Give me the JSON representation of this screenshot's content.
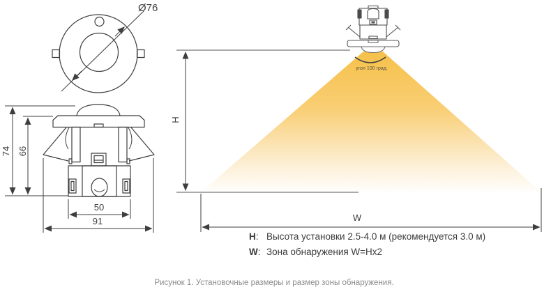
{
  "top_view": {
    "diameter_label": "Ø76"
  },
  "side_view": {
    "total_height": "74",
    "recessed_height": "66",
    "body_width": "50",
    "total_width": "91"
  },
  "installation": {
    "height_label": "H",
    "width_label": "W",
    "angle_label": "угол 100 град."
  },
  "legend": {
    "colon": ":",
    "h_key": "H",
    "h_text": "Высота установки 2.5-4.0 м (рекомендуется 3.0 м)",
    "w_key": "W",
    "w_text": "Зона обнаружения W=Hx2"
  },
  "caption": "Рисунок 1. Установочные размеры и размер зоны обнаружения.",
  "colors": {
    "cone_top": "#F6C14B",
    "cone_mid": "#F9CE74",
    "cone_soft": "#FCEFD6",
    "cone_bottom": "#FFFFFF",
    "line": "#3E3E3E",
    "guide": "#8E8E8E"
  }
}
